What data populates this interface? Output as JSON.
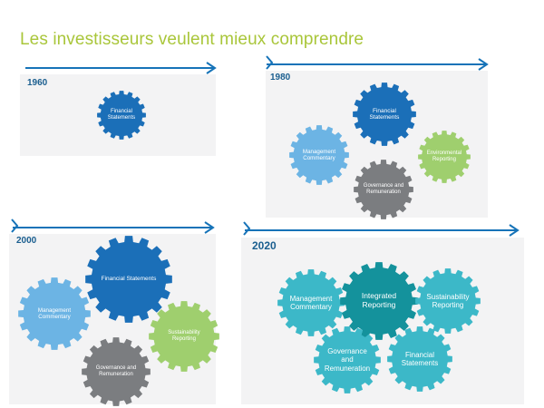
{
  "title": "Les investisseurs veulent mieux comprendre",
  "colors": {
    "title": "#a9c63a",
    "arrow": "#1673b8",
    "panel": "#f3f3f4",
    "dark_blue": "#1b6fb8",
    "light_blue": "#6cb4e4",
    "green": "#9fcf6e",
    "grey": "#7b7d80",
    "teal_light": "#3cb8c8",
    "teal_dark": "#14929c"
  },
  "panels": {
    "p1960": {
      "year": "1960",
      "gears": [
        {
          "label": "Financial Statements",
          "color": "dark_blue"
        }
      ]
    },
    "p1980": {
      "year": "1980",
      "gears": [
        {
          "label": "Financial Statements",
          "color": "dark_blue"
        },
        {
          "label": "Management Commentary",
          "color": "light_blue"
        },
        {
          "label": "Environmental Reporting",
          "color": "green"
        },
        {
          "label": "Governance and Remuneration",
          "color": "grey"
        }
      ]
    },
    "p2000": {
      "year": "2000",
      "gears": [
        {
          "label": "Financial Statements",
          "color": "dark_blue"
        },
        {
          "label": "Management Commentary",
          "color": "light_blue"
        },
        {
          "label": "Sustainability Reporting",
          "color": "green"
        },
        {
          "label": "Governance and Remuneration",
          "color": "grey"
        }
      ]
    },
    "p2020": {
      "year": "2020",
      "gears": [
        {
          "label": "Management Commentary",
          "color": "teal_light"
        },
        {
          "label": "Integrated Reporting",
          "color": "teal_dark"
        },
        {
          "label": "Sustainability Reporting",
          "color": "teal_light"
        },
        {
          "label": "Governance and Remuneration",
          "color": "teal_light"
        },
        {
          "label": "Financial Statements",
          "color": "teal_light"
        }
      ]
    }
  }
}
